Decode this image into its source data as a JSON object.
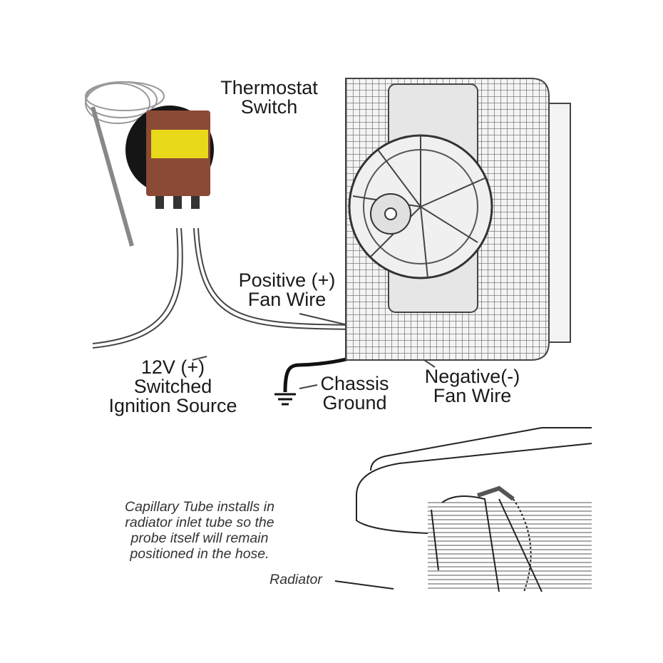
{
  "labels": {
    "thermostat": [
      "Thermostat",
      "Switch"
    ],
    "positive": [
      "Positive (+)",
      "Fan Wire"
    ],
    "ignition": [
      "12V (+)",
      "Switched",
      "Ignition Source"
    ],
    "chassis": [
      "Chassis",
      "Ground"
    ],
    "negative": [
      "Negative(-)",
      "Fan Wire"
    ],
    "capillary_note": [
      "Capillary Tube installs in",
      "radiator inlet tube so the",
      "probe itself will remain",
      "positioned in the hose."
    ],
    "radiator": "Radiator"
  },
  "colors": {
    "switch_body": "#8b4a35",
    "switch_label": "#e8d81a",
    "wire": "#222222"
  }
}
